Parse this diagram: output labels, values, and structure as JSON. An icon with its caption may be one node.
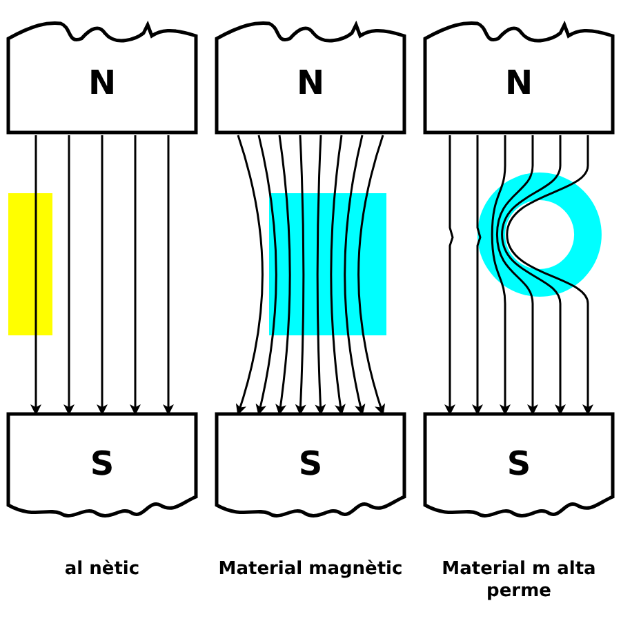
{
  "diagram": {
    "nodes": [
      {
        "text": [
          "N"
        ]
      },
      {
        "text": [
          "S"
        ]
      },
      {
        "text": [
          "N"
        ]
      },
      {
        "text": [
          "S"
        ]
      },
      {
        "text": [
          "N"
        ]
      },
      {
        "text": [
          "S"
        ]
      }
    ],
    "edges": [
      {
        "from": 0,
        "to": 1,
        "arrow": "to"
      },
      {
        "from": 0,
        "to": 1,
        "arrow": "to"
      },
      {
        "from": 0,
        "to": 1,
        "arrow": "to"
      },
      {
        "from": 0,
        "to": 1,
        "arrow": "to"
      },
      {
        "from": 0,
        "to": 1,
        "arrow": "to"
      },
      {
        "from": 2,
        "to": 3,
        "arrow": "to"
      },
      {
        "from": 2,
        "to": 3,
        "arrow": "to"
      },
      {
        "from": 2,
        "to": 3,
        "arrow": "to"
      },
      {
        "from": 2,
        "to": 3,
        "arrow": "to"
      },
      {
        "from": 2,
        "to": 3,
        "arrow": "to"
      },
      {
        "from": 2,
        "to": 3,
        "arrow": "to"
      },
      {
        "from": 2,
        "to": 3,
        "arrow": "to"
      },
      {
        "from": 2,
        "to": 3,
        "arrow": "to"
      },
      {
        "from": 4,
        "to": 5,
        "arrow": "to"
      },
      {
        "from": 4,
        "to": 5,
        "arrow": "to"
      },
      {
        "from": 4,
        "to": 5,
        "arrow": "to"
      },
      {
        "from": 4,
        "to": 5,
        "arrow": "to"
      },
      {
        "from": 4,
        "to": 5,
        "arrow": "to"
      },
      {
        "from": 4,
        "to": 5,
        "arrow": "to"
      }
    ],
    "labels": [
      "al nètic",
      "Material magnètic",
      "Material m alta perme"
    ]
  }
}
